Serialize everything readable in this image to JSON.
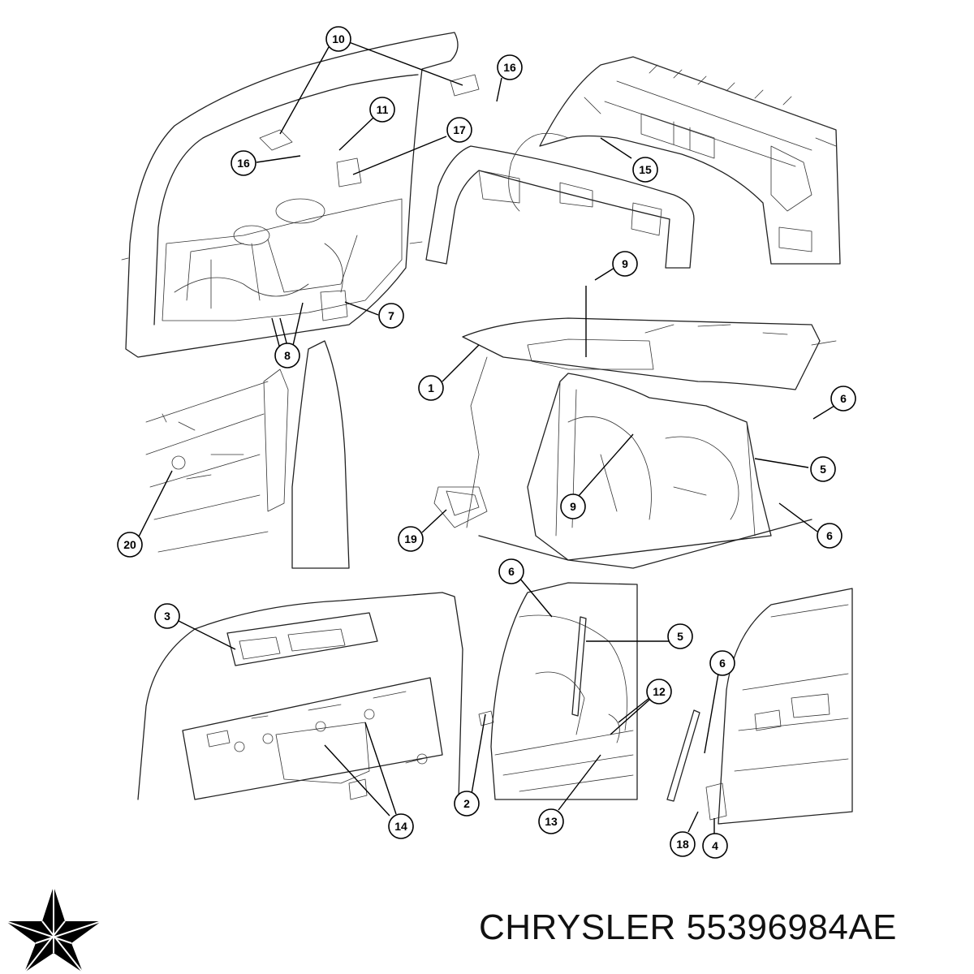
{
  "callouts": [
    {
      "id": "c10",
      "label": "10"
    },
    {
      "id": "c16a",
      "label": "16"
    },
    {
      "id": "c11",
      "label": "11"
    },
    {
      "id": "c17",
      "label": "17"
    },
    {
      "id": "c16b",
      "label": "16"
    },
    {
      "id": "c15",
      "label": "15"
    },
    {
      "id": "c7",
      "label": "7"
    },
    {
      "id": "c8",
      "label": "8"
    },
    {
      "id": "c9a",
      "label": "9"
    },
    {
      "id": "c1",
      "label": "1"
    },
    {
      "id": "c6a",
      "label": "6"
    },
    {
      "id": "c5a",
      "label": "5"
    },
    {
      "id": "c9b",
      "label": "9"
    },
    {
      "id": "c6b",
      "label": "6"
    },
    {
      "id": "c19",
      "label": "19"
    },
    {
      "id": "c20",
      "label": "20"
    },
    {
      "id": "c3",
      "label": "3"
    },
    {
      "id": "c6c",
      "label": "6"
    },
    {
      "id": "c5b",
      "label": "5"
    },
    {
      "id": "c6d",
      "label": "6"
    },
    {
      "id": "c12",
      "label": "12"
    },
    {
      "id": "c2",
      "label": "2"
    },
    {
      "id": "c13",
      "label": "13"
    },
    {
      "id": "c14",
      "label": "14"
    },
    {
      "id": "c18",
      "label": "18"
    },
    {
      "id": "c4",
      "label": "4"
    }
  ],
  "footer": {
    "brand": "CHRYSLER",
    "part_number": "55396984AE"
  },
  "logo": {
    "icon": "chrysler-pentastar-icon",
    "color": "#000000"
  }
}
